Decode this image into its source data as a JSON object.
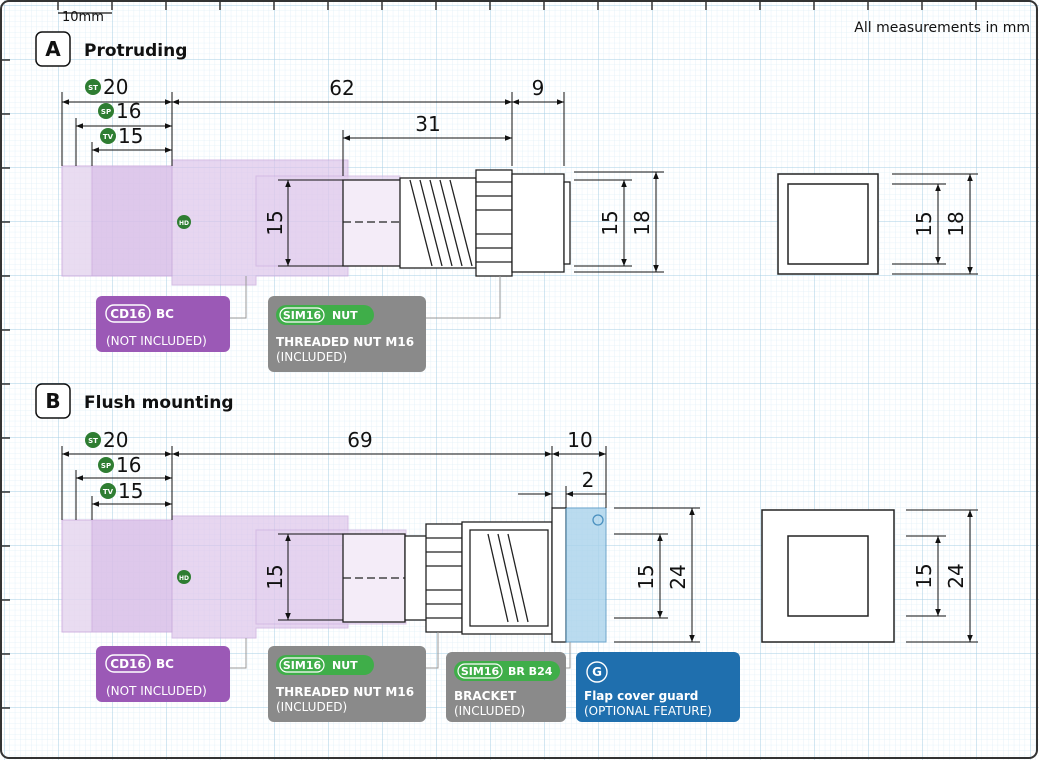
{
  "header": {
    "scale_label": "10mm",
    "units_note": "All measurements in mm"
  },
  "sections": {
    "a": {
      "letter": "A",
      "title": "Protruding",
      "badges": {
        "st": "ST",
        "sp": "SP",
        "tv": "TV",
        "hd": "HD"
      },
      "dims": {
        "st": "20",
        "sp": "16",
        "tv": "15",
        "len_main": "62",
        "len_front": "9",
        "len_thread": "31",
        "height_body": "15",
        "height_inner": "15",
        "height_outer": "18",
        "front_inner": "15",
        "front_outer": "18"
      },
      "callouts": {
        "cd16": {
          "code": "CD16",
          "suffix": "BC",
          "note": "(NOT INCLUDED)"
        },
        "nut": {
          "code": "SIM16",
          "suffix": "NUT",
          "line1": "THREADED NUT M16",
          "line2": "(INCLUDED)"
        }
      }
    },
    "b": {
      "letter": "B",
      "title": "Flush mounting",
      "badges": {
        "st": "ST",
        "sp": "SP",
        "tv": "TV",
        "hd": "HD"
      },
      "dims": {
        "st": "20",
        "sp": "16",
        "tv": "15",
        "len_main": "69",
        "len_front": "10",
        "len_guard": "2",
        "height_body": "15",
        "height_inner": "15",
        "height_outer": "24",
        "front_inner": "15",
        "front_outer": "24"
      },
      "callouts": {
        "cd16": {
          "code": "CD16",
          "suffix": "BC",
          "note": "(NOT INCLUDED)"
        },
        "nut": {
          "code": "SIM16",
          "suffix": "NUT",
          "line1": "THREADED NUT M16",
          "line2": "(INCLUDED)"
        },
        "bracket": {
          "code": "SIM16",
          "suffix": "BR B24",
          "line1": "BRACKET",
          "line2": "(INCLUDED)"
        },
        "guard": {
          "letter": "G",
          "line1": "Flap cover guard",
          "line2": "(OPTIONAL FEATURE)"
        }
      }
    }
  },
  "colors": {
    "grid_minor": "#cfe6f2",
    "grid_major": "#9fc9e0",
    "purple": "#9b59b6",
    "purple_fill": "#d8bfe6",
    "gray_box": "#8a8a8a",
    "green_badge": "#2e7d32",
    "green_tag": "#3fae49",
    "blue_box": "#1f6fae",
    "guard_fill": "#a9d3ec"
  }
}
